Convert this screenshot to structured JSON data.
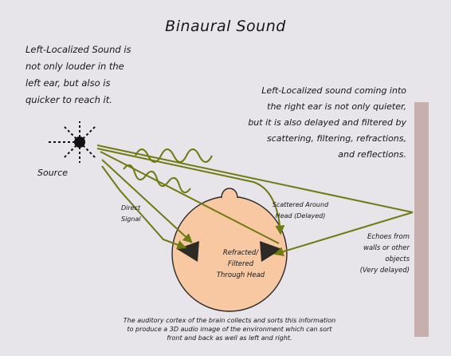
{
  "title": "Binaural Sound",
  "left_note": [
    "Left-Localized Sound is",
    "not only louder in the",
    "left ear, but also is",
    "quicker to reach it."
  ],
  "right_note": [
    "Left-Localized sound coming into",
    "the right ear is not only quieter,",
    "but it is also delayed and filtered by",
    "scattering, filtering, refractions,",
    "and reflections."
  ],
  "labels": {
    "source": "Source",
    "direct": [
      "Direct",
      "Signal"
    ],
    "scattered": [
      "Scattered Around",
      "Head (Delayed)"
    ],
    "refracted": [
      "Refracted/",
      "Filtered",
      "Through Head"
    ],
    "echoes": [
      "Echoes from",
      "walls or other",
      "objects",
      "(Very delayed)"
    ]
  },
  "footer": [
    "The auditory cortex of the brain collects and sorts this information",
    "to produce a 3D audio image of the environment which can sort",
    "front and back as well as left and right."
  ],
  "colors": {
    "background": "#e7e4ea",
    "wall": "#c7afad",
    "arrow": "#6f7a12",
    "head": "#f8c8a2",
    "head_outline": "#2a2a2a",
    "ear_shadow": "#2e2a26",
    "source": "#111111"
  }
}
